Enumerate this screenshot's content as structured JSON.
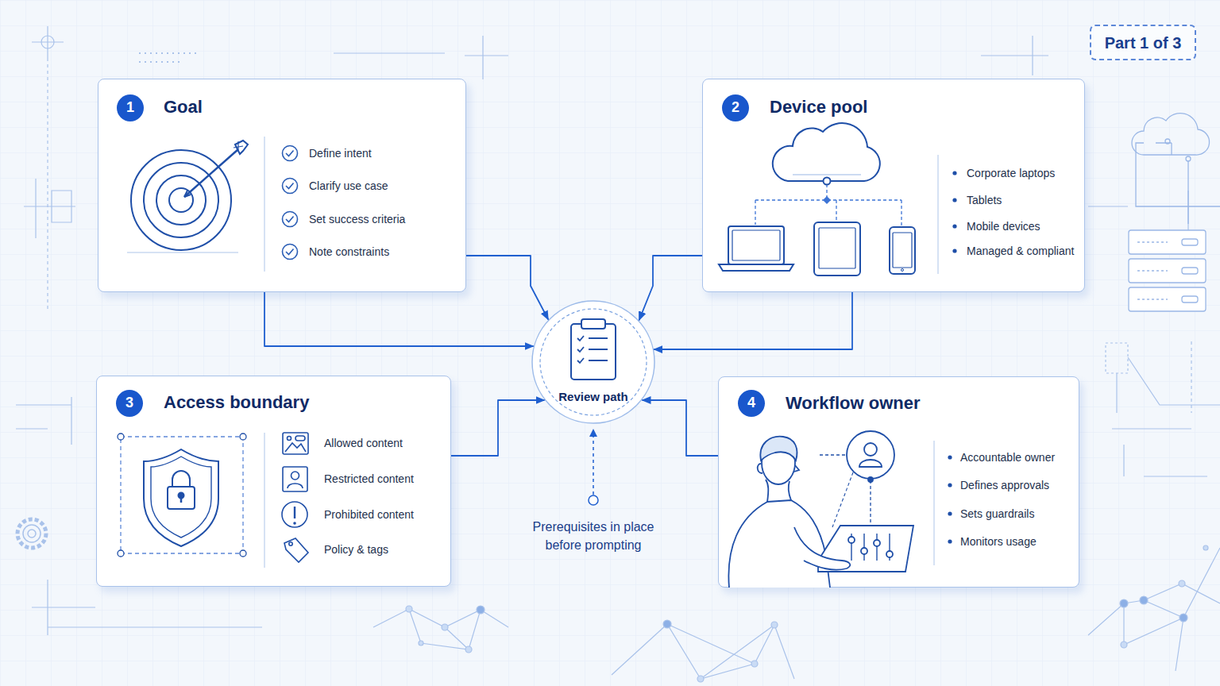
{
  "diagram": {
    "nodes": [
      {
        "text": [
          "Goal",
          "Define intent",
          "Clarify use case",
          "Set success criteria",
          "Note constraints"
        ]
      },
      {
        "text": [
          "1"
        ],
        "in": 0
      },
      {
        "text": [
          "Device pool",
          "Corporate laptops",
          "Tablets",
          "Mobile devices",
          "Managed & compliant"
        ]
      },
      {
        "text": [
          "2"
        ],
        "in": 2
      },
      {
        "text": [
          "Review path"
        ]
      },
      {
        "text": [
          "Access boundary",
          "Allowed content",
          "Restricted content",
          "Prohibited content",
          "Policy & tags"
        ]
      },
      {
        "text": [
          "3"
        ],
        "in": 5
      },
      {
        "text": [
          "Workflow owner",
          "Accountable owner",
          "Defines approvals",
          "Sets guardrails",
          "Monitors usage"
        ]
      },
      {
        "text": [
          "4"
        ],
        "in": 7
      },
      {
        "text": [
          "Part 1 of 3"
        ]
      }
    ],
    "edges": [
      {
        "from": 0,
        "to": 4,
        "arrow": "to"
      },
      {
        "from": 0,
        "to": 4,
        "arrow": "to"
      },
      {
        "from": 2,
        "to": 4,
        "arrow": "to"
      },
      {
        "from": 2,
        "to": 4,
        "arrow": "to"
      },
      {
        "from": 5,
        "to": 4,
        "arrow": "to"
      },
      {
        "from": 7,
        "to": 4,
        "arrow": "to"
      }
    ],
    "labels": [
      "Prerequisites in place before prompting"
    ]
  }
}
